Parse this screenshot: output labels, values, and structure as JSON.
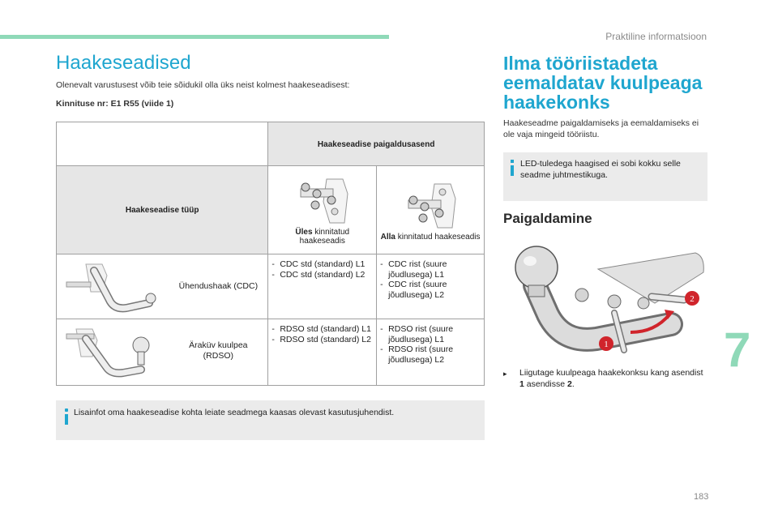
{
  "header": {
    "section": "Praktiline informatsioon"
  },
  "left": {
    "title": "Haakeseadised",
    "intro": "Olenevalt varustusest võib teie sõidukil olla üks neist kolmest haakeseadisest:",
    "approval": "Kinnituse nr: E1 R55 (viide 1)",
    "table": {
      "position_header": "Haakeseadise paigaldusasend",
      "type_header": "Haakeseadise tüüp",
      "mount_up": {
        "bold": "Üles",
        "rest": "kinnitatud haakeseadis"
      },
      "mount_down": {
        "bold": "Alla",
        "rest": "kinnitatud haakeseadis"
      },
      "rows": [
        {
          "type": "Ühendushaak (CDC)",
          "up": [
            "CDC std (standard) L1",
            "CDC std (standard) L2"
          ],
          "down": [
            "CDC rist (suure jõudlusega) L1",
            "CDC rist (suure jõudlusega) L2"
          ]
        },
        {
          "type": "Äraküv kuulpea (RDSO)",
          "up": [
            "RDSO std (standard) L1",
            "RDSO std (standard) L2"
          ],
          "down": [
            "RDSO rist (suure jõudlusega) L1",
            "RDSO rist (suure jõudlusega) L2"
          ]
        }
      ]
    },
    "note": "Lisainfot oma haakeseadise kohta leiate seadmega kaasas olevast kasutusjuhendist."
  },
  "right": {
    "title": "Ilma tööriistadeta eemaldatav kuulpeaga haakekonks",
    "paragraph": "Haakeseadme paigaldamiseks ja eemaldamiseks ei ole vaja mingeid tööriistu.",
    "led_note": "LED-tuledega haagised ei sobi kokku selle seadme juhtmestikuga.",
    "subtitle": "Paigaldamine",
    "step": {
      "before": "Liigutage kuulpeaga haakekonksu kang asendist ",
      "from": "1",
      "mid": " asendisse ",
      "to": "2",
      "after": "."
    },
    "figure_badges": [
      "1",
      "2"
    ]
  },
  "chapter_number": "7",
  "page_number": "183",
  "colors": {
    "accent": "#1fa6cf",
    "chapter": "#8fd9b8",
    "badge": "#d0242b"
  }
}
